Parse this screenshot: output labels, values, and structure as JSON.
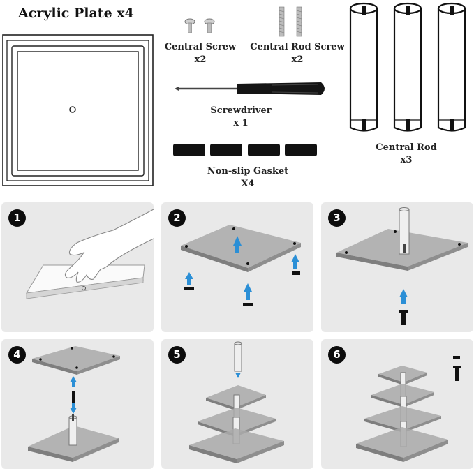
{
  "parts": {
    "plate": {
      "title": "Acrylic Plate x4"
    },
    "central_screw": {
      "name": "Central Screw",
      "qty": "x2"
    },
    "rod_screw": {
      "name": "Central Rod Screw",
      "qty": "x2"
    },
    "screwdriver": {
      "name": "Screwdriver",
      "qty": "x 1"
    },
    "gasket": {
      "name": "Non-slip Gasket",
      "qty": "X4"
    },
    "rod": {
      "name": "Central Rod",
      "qty": "x3"
    }
  },
  "steps": [
    {
      "number": "1"
    },
    {
      "number": "2"
    },
    {
      "number": "3"
    },
    {
      "number": "4"
    },
    {
      "number": "5"
    },
    {
      "number": "6"
    }
  ],
  "colors": {
    "panel_bg": "#e9e9e9",
    "arrow": "#2b8fd6",
    "badge": "#0c0c0c"
  }
}
